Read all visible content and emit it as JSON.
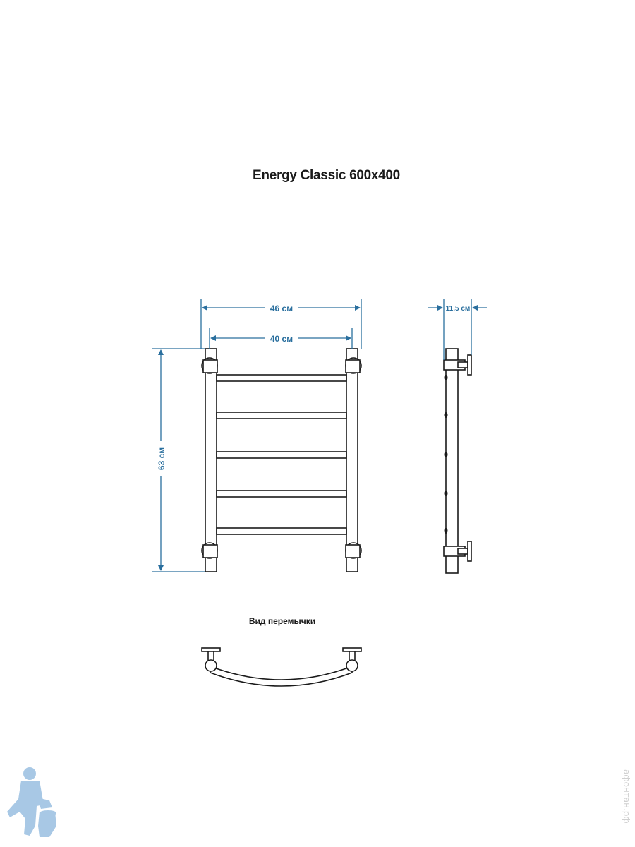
{
  "title": "Energy Classic 600x400",
  "dimensions": {
    "outer_width": "46 см",
    "inner_width": "40 см",
    "height": "63 см",
    "depth": "11,5 см"
  },
  "bridge_view_label": "Вид перемычки",
  "watermark": "афонтан.рф",
  "colors": {
    "dimension": "#2a6f9e",
    "outline": "#1a1a1a",
    "logo": "#9fc3e3"
  }
}
